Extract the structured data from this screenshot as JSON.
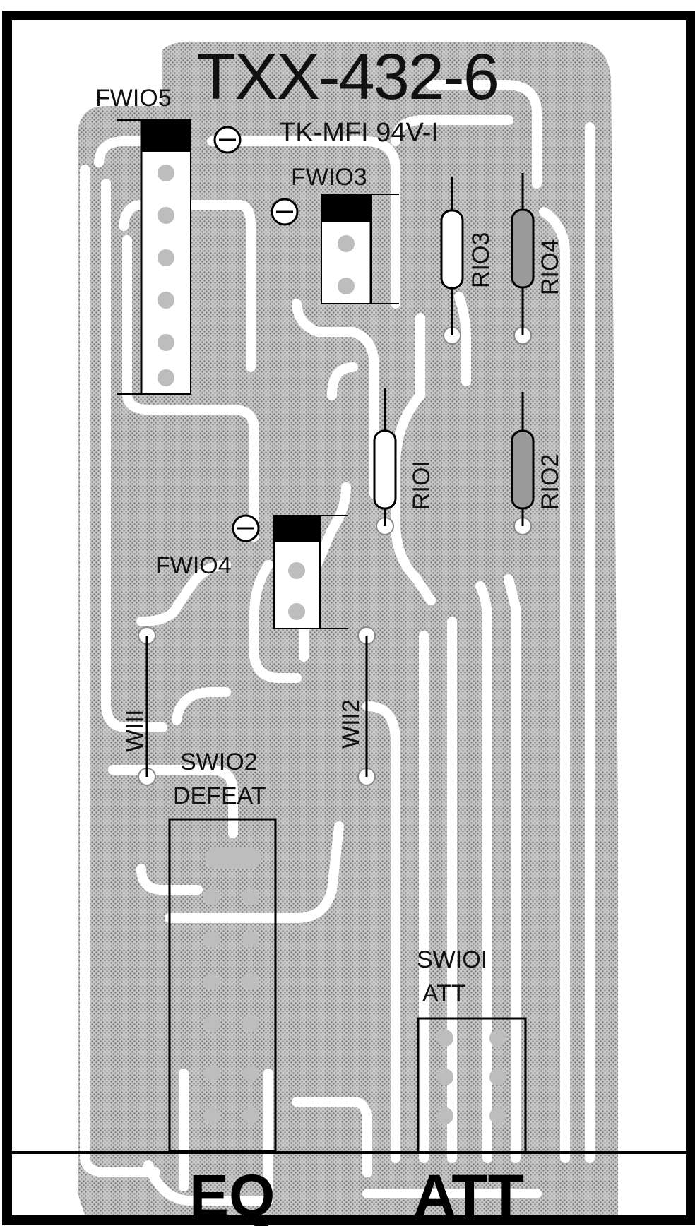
{
  "board": {
    "part_number": "TXX-432-6",
    "material": "TK-MFI 94V-I",
    "bottom_labels": {
      "eq": "EQ",
      "att": "ATT"
    }
  },
  "components": {
    "fw105": {
      "label": "FWIO5",
      "polarity": "⊖"
    },
    "fw103": {
      "label": "FWIO3",
      "polarity": "⊖"
    },
    "fw104": {
      "label": "FWIO4",
      "polarity": "⊖"
    },
    "r101": {
      "label": "RIOI"
    },
    "r102": {
      "label": "RIO2"
    },
    "r103": {
      "label": "RIO3"
    },
    "r104": {
      "label": "RIO4"
    },
    "w111": {
      "label": "WIII"
    },
    "w112": {
      "label": "WII2"
    },
    "sw102": {
      "label": "SWIO2",
      "function": "DEFEAT"
    },
    "sw101": {
      "label": "SWIOI",
      "function": "ATT"
    }
  },
  "colors": {
    "border": "#000000",
    "board_fill": "#bdbdbd",
    "copper_trace": "#ffffff",
    "component_body": "#ffffff",
    "shaded_resistor": "#9a9a9a"
  }
}
